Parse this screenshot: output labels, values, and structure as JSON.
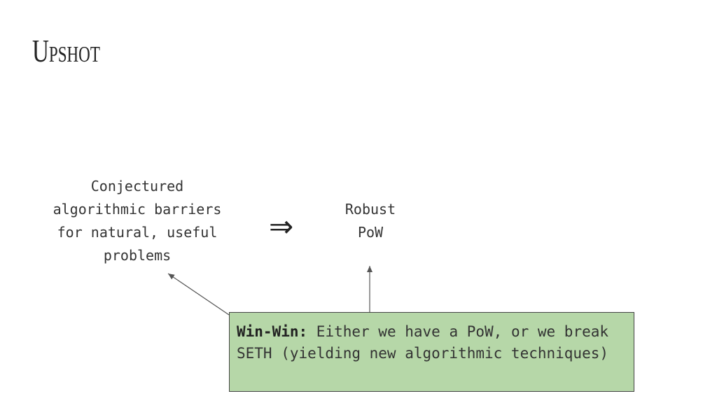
{
  "slide": {
    "title": "Upshot",
    "left_text": "Conjectured\nalgorithmic barriers\nfor natural, useful\nproblems",
    "implies_symbol": "⇒",
    "right_text": "Robust\nPoW",
    "callout": {
      "lead": "Win-Win:",
      "body": " Either we have a PoW, or we break SETH (yielding new algorithmic techniques)",
      "background": "#b6d7a8"
    }
  }
}
